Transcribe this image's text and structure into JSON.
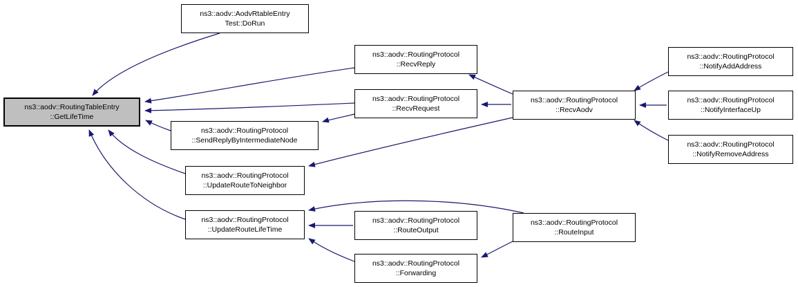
{
  "diagram": {
    "type": "doxygen-caller-graph",
    "colors": {
      "background": "#ffffff",
      "edge": "#191970",
      "node_border": "#000000",
      "node_fill": "#ffffff",
      "highlight_fill": "#bfbfbf",
      "text": "#000000"
    },
    "nodes": [
      {
        "id": "getlifetime",
        "line1": "ns3::aodv::RoutingTableEntry",
        "line2": "::GetLifeTime",
        "highlighted": true
      },
      {
        "id": "dorun",
        "line1": "ns3::aodv::AodvRtableEntry",
        "line2": "Test::DoRun"
      },
      {
        "id": "recvreply",
        "line1": "ns3::aodv::RoutingProtocol",
        "line2": "::RecvReply"
      },
      {
        "id": "recvrequest",
        "line1": "ns3::aodv::RoutingProtocol",
        "line2": "::RecvRequest"
      },
      {
        "id": "sendreplybyintermediatenode",
        "line1": "ns3::aodv::RoutingProtocol",
        "line2": "::SendReplyByIntermediateNode"
      },
      {
        "id": "updateroutetoneighbor",
        "line1": "ns3::aodv::RoutingProtocol",
        "line2": "::UpdateRouteToNeighbor"
      },
      {
        "id": "updateroutelifetime",
        "line1": "ns3::aodv::RoutingProtocol",
        "line2": "::UpdateRouteLifeTime"
      },
      {
        "id": "recvaodv",
        "line1": "ns3::aodv::RoutingProtocol",
        "line2": "::RecvAodv"
      },
      {
        "id": "notifyaddaddress",
        "line1": "ns3::aodv::RoutingProtocol",
        "line2": "::NotifyAddAddress"
      },
      {
        "id": "notifyinterfaceup",
        "line1": "ns3::aodv::RoutingProtocol",
        "line2": "::NotifyInterfaceUp"
      },
      {
        "id": "notifyremoveaddress",
        "line1": "ns3::aodv::RoutingProtocol",
        "line2": "::NotifyRemoveAddress"
      },
      {
        "id": "routeoutput",
        "line1": "ns3::aodv::RoutingProtocol",
        "line2": "::RouteOutput"
      },
      {
        "id": "routeinput",
        "line1": "ns3::aodv::RoutingProtocol",
        "line2": "::RouteInput"
      },
      {
        "id": "forwarding",
        "line1": "ns3::aodv::RoutingProtocol",
        "line2": "::Forwarding"
      }
    ],
    "edges": [
      {
        "from": "dorun",
        "to": "getlifetime"
      },
      {
        "from": "recvreply",
        "to": "getlifetime"
      },
      {
        "from": "recvrequest",
        "to": "getlifetime"
      },
      {
        "from": "sendreplybyintermediatenode",
        "to": "getlifetime"
      },
      {
        "from": "updateroutetoneighbor",
        "to": "getlifetime"
      },
      {
        "from": "updateroutelifetime",
        "to": "getlifetime"
      },
      {
        "from": "recvaodv",
        "to": "recvreply"
      },
      {
        "from": "recvaodv",
        "to": "recvrequest"
      },
      {
        "from": "recvrequest",
        "to": "sendreplybyintermediatenode"
      },
      {
        "from": "recvaodv",
        "to": "updateroutetoneighbor"
      },
      {
        "from": "notifyaddaddress",
        "to": "recvaodv"
      },
      {
        "from": "notifyinterfaceup",
        "to": "recvaodv"
      },
      {
        "from": "notifyremoveaddress",
        "to": "recvaodv"
      },
      {
        "from": "routeoutput",
        "to": "updateroutelifetime"
      },
      {
        "from": "routeinput",
        "to": "updateroutelifetime"
      },
      {
        "from": "forwarding",
        "to": "updateroutelifetime"
      },
      {
        "from": "routeinput",
        "to": "forwarding"
      }
    ]
  }
}
